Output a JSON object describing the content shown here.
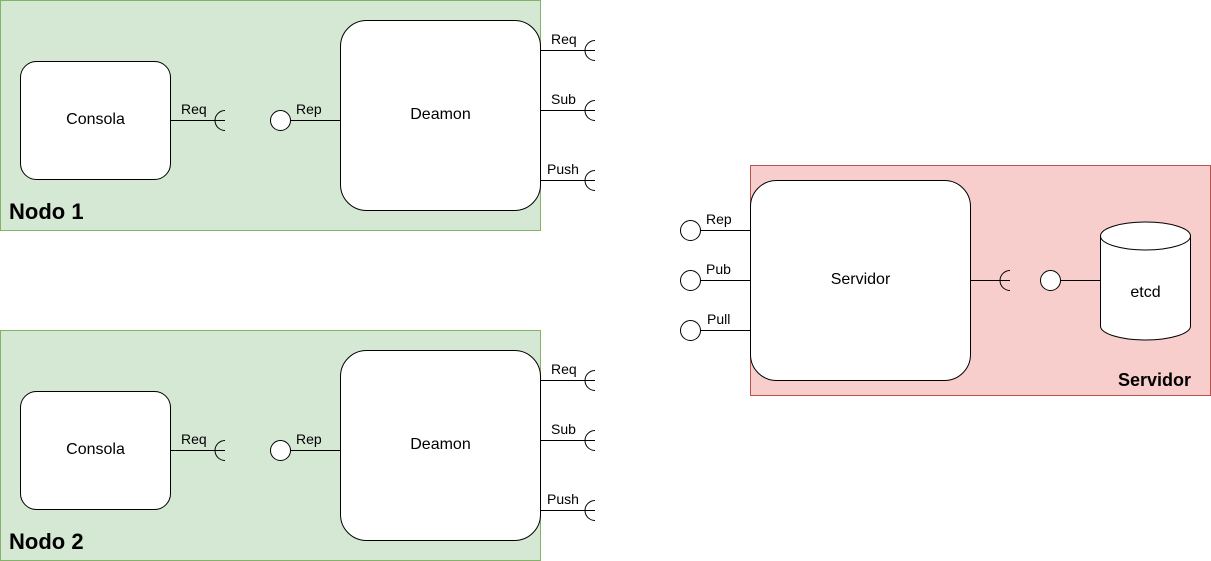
{
  "colors": {
    "node_fill": "#d5e8d4",
    "node_stroke": "#82b366",
    "server_fill": "#f8cecc",
    "server_stroke": "#b85450",
    "line": "#000000",
    "box_fill": "#ffffff"
  },
  "nodes": [
    {
      "label": "Nodo 1",
      "consola": {
        "label": "Consola",
        "port": "Req"
      },
      "daemon": {
        "label": "Deamon",
        "in_port": "Rep",
        "out_ports": [
          "Req",
          "Sub",
          "Push"
        ]
      }
    },
    {
      "label": "Nodo 2",
      "consola": {
        "label": "Consola",
        "port": "Req"
      },
      "daemon": {
        "label": "Deamon",
        "in_port": "Rep",
        "out_ports": [
          "Req",
          "Sub",
          "Push"
        ]
      }
    }
  ],
  "server": {
    "label": "Servidor",
    "box_label": "Servidor",
    "in_ports": [
      "Rep",
      "Pub",
      "Pull"
    ],
    "db_label": "etcd"
  }
}
